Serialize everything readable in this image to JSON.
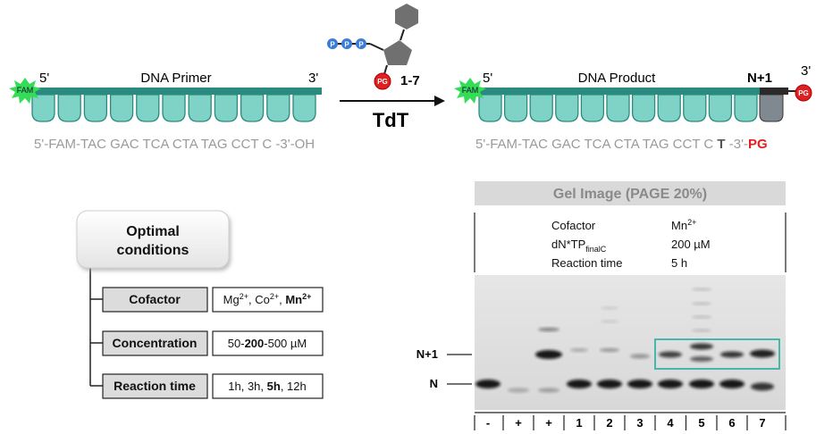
{
  "reaction": {
    "primer": {
      "label": "DNA Primer",
      "five_prime": "5'",
      "three_prime": "3'",
      "fam": "FAM",
      "sequence": "5'-FAM-TAC GAC TCA CTA TAG CCT C -3'-OH",
      "units": 11
    },
    "product": {
      "label": "DNA Product",
      "five_prime": "5'",
      "three_prime": "3'",
      "fam": "FAM",
      "n_plus_1": "N+1",
      "pg": "PG",
      "sequence_prefix": "5'-FAM-TAC GAC TCA CTA TAG CCT C ",
      "sequence_added": "T",
      "sequence_mid": " -3'-",
      "sequence_pg": "PG",
      "units": 11
    },
    "nucleotide": {
      "phosphates": [
        "P",
        "P",
        "P"
      ],
      "pg": "PG",
      "compound_range": "1-7"
    },
    "enzyme": "TdT"
  },
  "conditions": {
    "title_line1": "Optimal",
    "title_line2": "conditions",
    "rows": [
      {
        "label": "Cofactor",
        "value_parts": [
          {
            "text": "Mg",
            "bold": false
          },
          {
            "text": "2+",
            "sup": true,
            "bold": false
          },
          {
            "text": ", Co",
            "bold": false
          },
          {
            "text": "2+",
            "sup": true,
            "bold": false
          },
          {
            "text": ", ",
            "bold": false
          },
          {
            "text": "Mn",
            "bold": true
          },
          {
            "text": "2+",
            "sup": true,
            "bold": true
          }
        ]
      },
      {
        "label": "Concentration",
        "value_parts": [
          {
            "text": "50-",
            "bold": false
          },
          {
            "text": "200",
            "bold": true
          },
          {
            "text": "-500 µM",
            "bold": false
          }
        ]
      },
      {
        "label": "Reaction time",
        "value_parts": [
          {
            "text": "1h, 3h, ",
            "bold": false
          },
          {
            "text": "5h",
            "bold": true
          },
          {
            "text": ", 12h",
            "bold": false
          }
        ]
      }
    ]
  },
  "gel": {
    "title": "Gel Image (PAGE 20%)",
    "info": {
      "cofactor_label": "Cofactor",
      "cofactor_value": "Mn",
      "cofactor_sup": "2+",
      "dntp_label": "dN*TP",
      "dntp_sub": "finalC",
      "dntp_value": "200 µM",
      "time_label": "Reaction time",
      "time_value": "5 h"
    },
    "band_labels": {
      "n_plus_1": "N+1",
      "n": "N"
    },
    "lanes": [
      "-",
      "+",
      "+",
      "1",
      "2",
      "3",
      "4",
      "5",
      "6",
      "7"
    ],
    "colors": {
      "highlight": "#37b3a6",
      "dna": "#2a8a7e",
      "fill": "#7fd3c6",
      "fam": "#33dd55",
      "pg": "#e02020"
    }
  }
}
